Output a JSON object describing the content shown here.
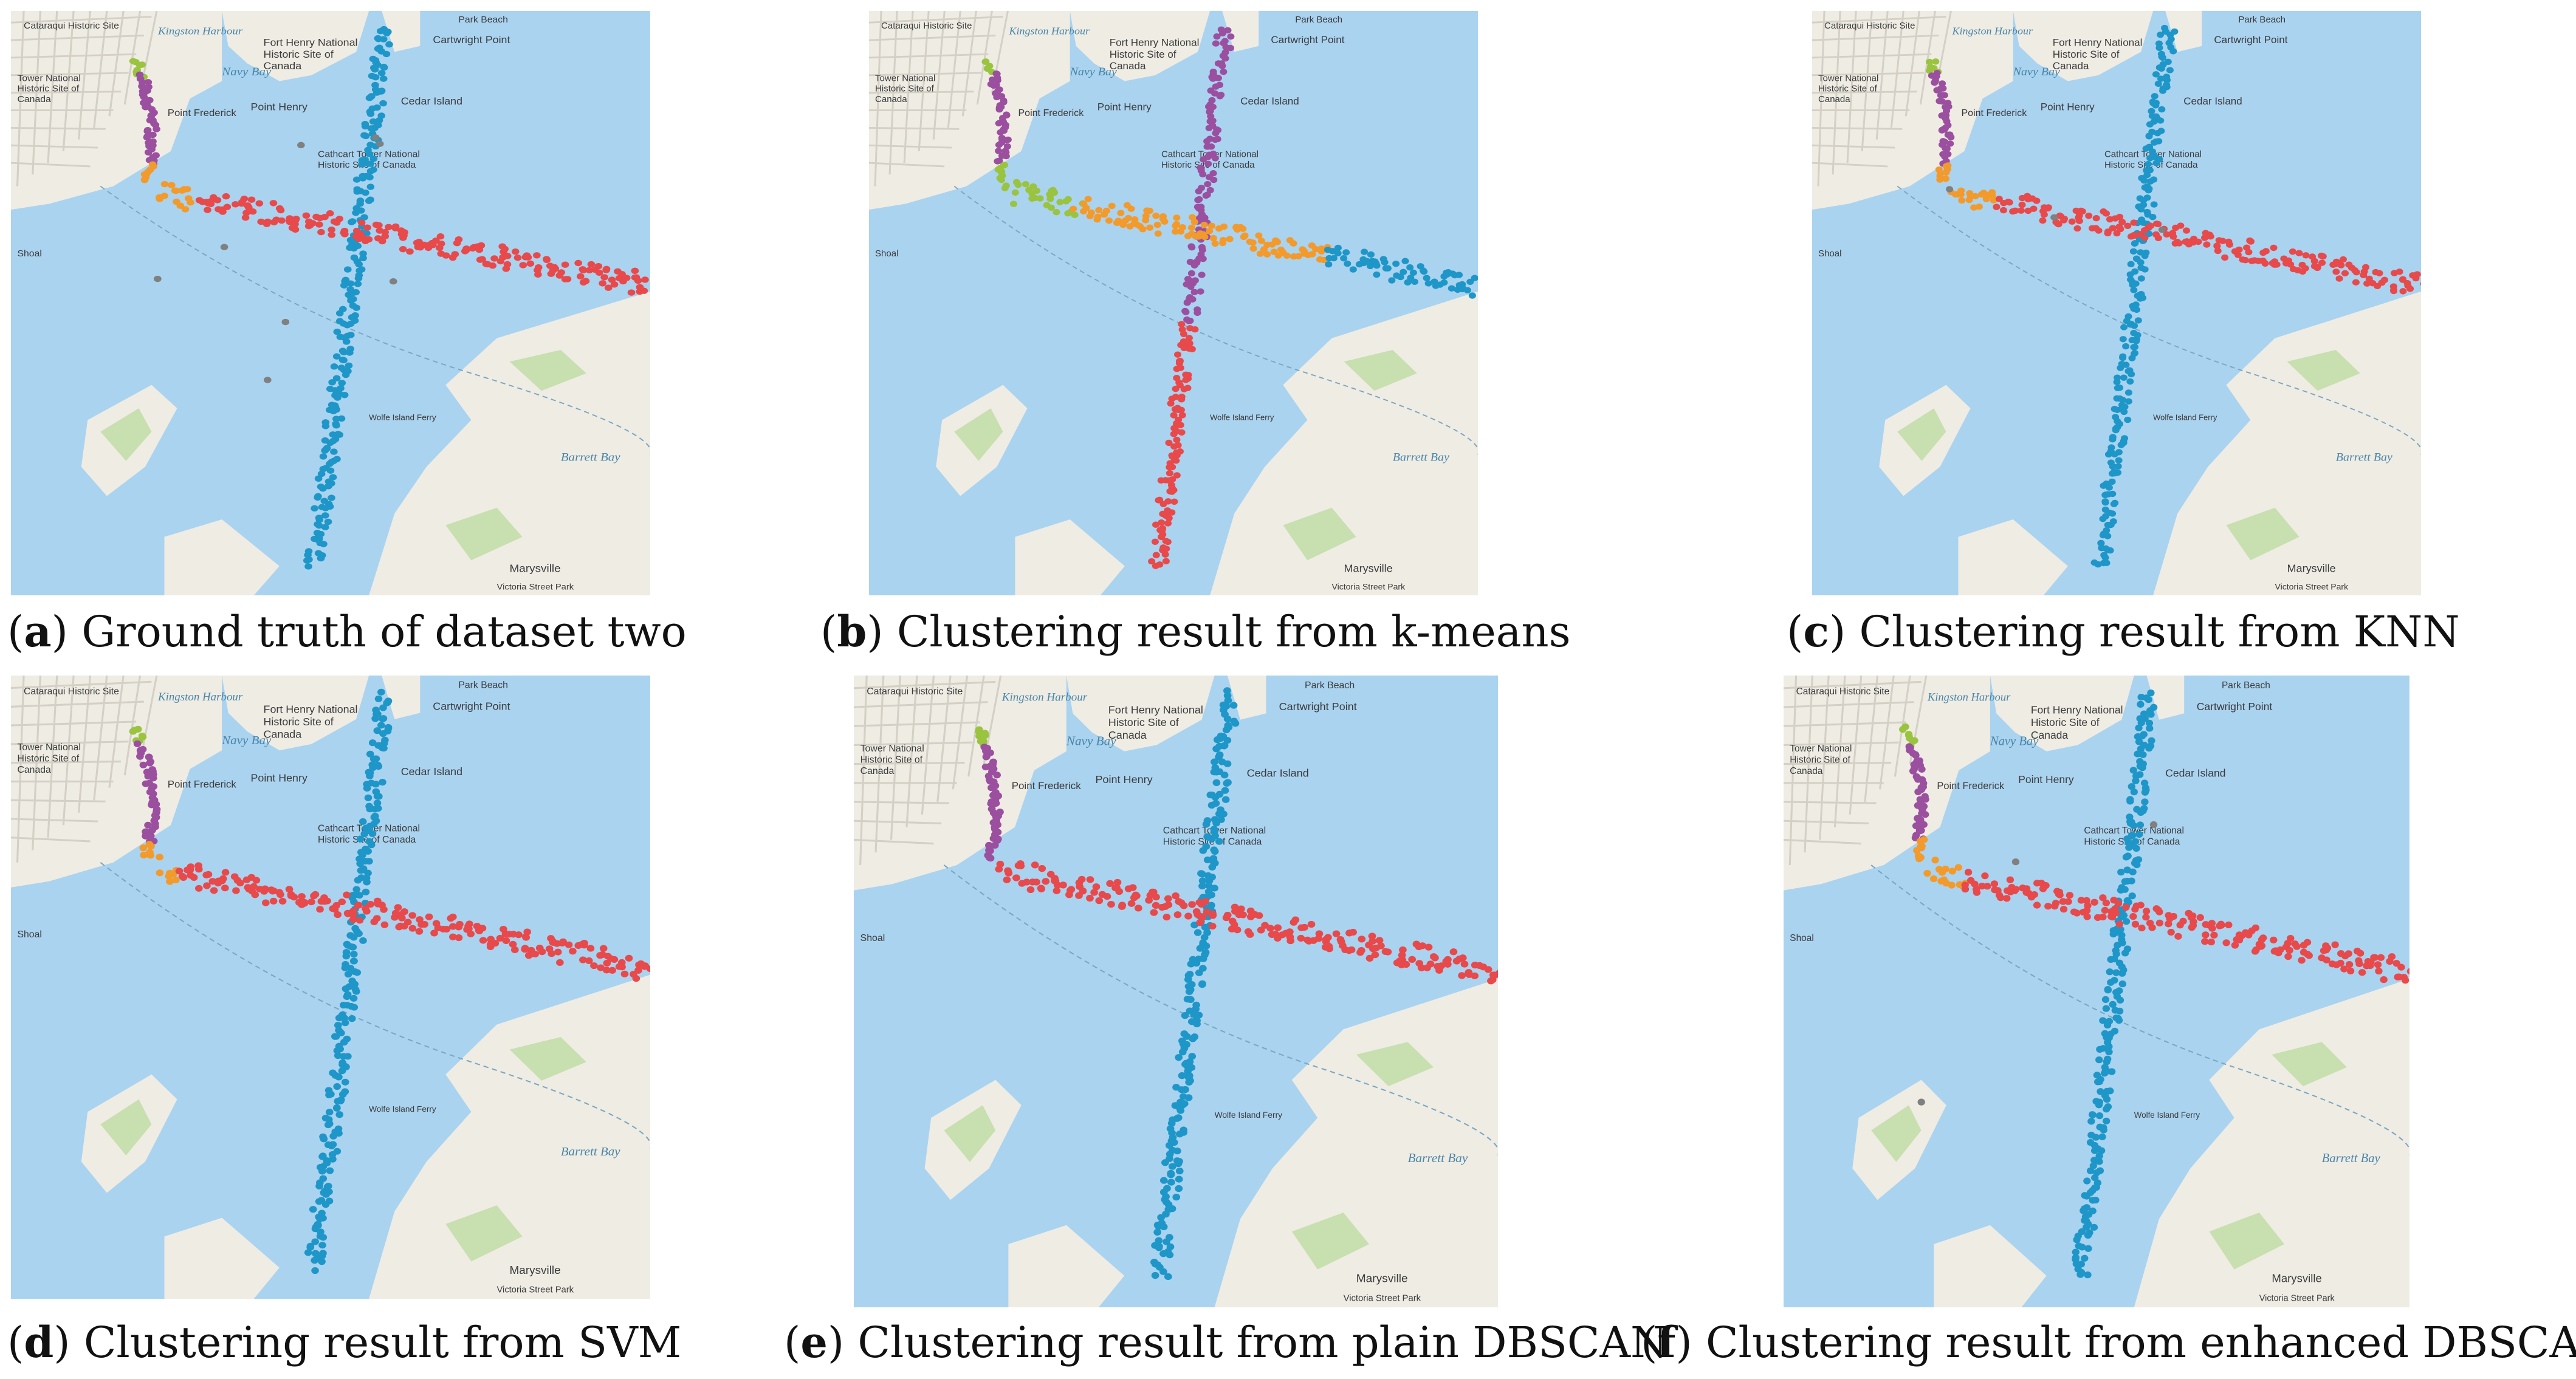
{
  "figure": {
    "panels": [
      {
        "id": "a",
        "letter": "a",
        "caption": "Ground truth of dataset two",
        "variant": "truth"
      },
      {
        "id": "b",
        "letter": "b",
        "caption": "Clustering result from k-means",
        "variant": "kmeans"
      },
      {
        "id": "c",
        "letter": "c",
        "caption": "Clustering result from KNN",
        "variant": "knn"
      },
      {
        "id": "d",
        "letter": "d",
        "caption": "Clustering result from SVM",
        "variant": "svm"
      },
      {
        "id": "e",
        "letter": "e",
        "caption": "Clustering result from plain DBSCAN",
        "variant": "dbscan"
      },
      {
        "id": "f",
        "letter": "f",
        "caption": "Clustering result from enhanced DBSCAN",
        "variant": "enhanced"
      }
    ]
  },
  "map_labels": {
    "fort_henry": "Fort Henry National",
    "fort_henry_2": "Historic Site of",
    "fort_henry_3": "Canada",
    "cartwright": "Cartwright Point",
    "point_henry": "Point Henry",
    "cedar_island": "Cedar Island",
    "cathcart": "Cathcart Tower National",
    "cathcart_2": "Historic Site of Canada",
    "point_frederick": "Point Frederick",
    "navy_bay": "Navy Bay",
    "kingston_harbour": "Kingston Harbour",
    "murney": "Tower National",
    "murney_2": "Historic Site of",
    "murney_3": "Canada",
    "bellevue": "Cataraqui Historic Site",
    "park_beach": "Park Beach",
    "shoal": "Shoal",
    "barrett_bay": "Barrett Bay",
    "marysville": "Marysville",
    "victoria_street": "Victoria Street Park",
    "ferry": "Wolfe Island Ferry"
  },
  "colors": {
    "water": "#aad3f0",
    "land": "#efece4",
    "park": "#c8dfb0",
    "blue_cluster": "#1f96c8",
    "red_cluster": "#e8494a",
    "purple_cluster": "#9b4f9f",
    "orange_cluster": "#f39a2c",
    "green_cluster": "#9ac43f",
    "noise": "#808080"
  }
}
